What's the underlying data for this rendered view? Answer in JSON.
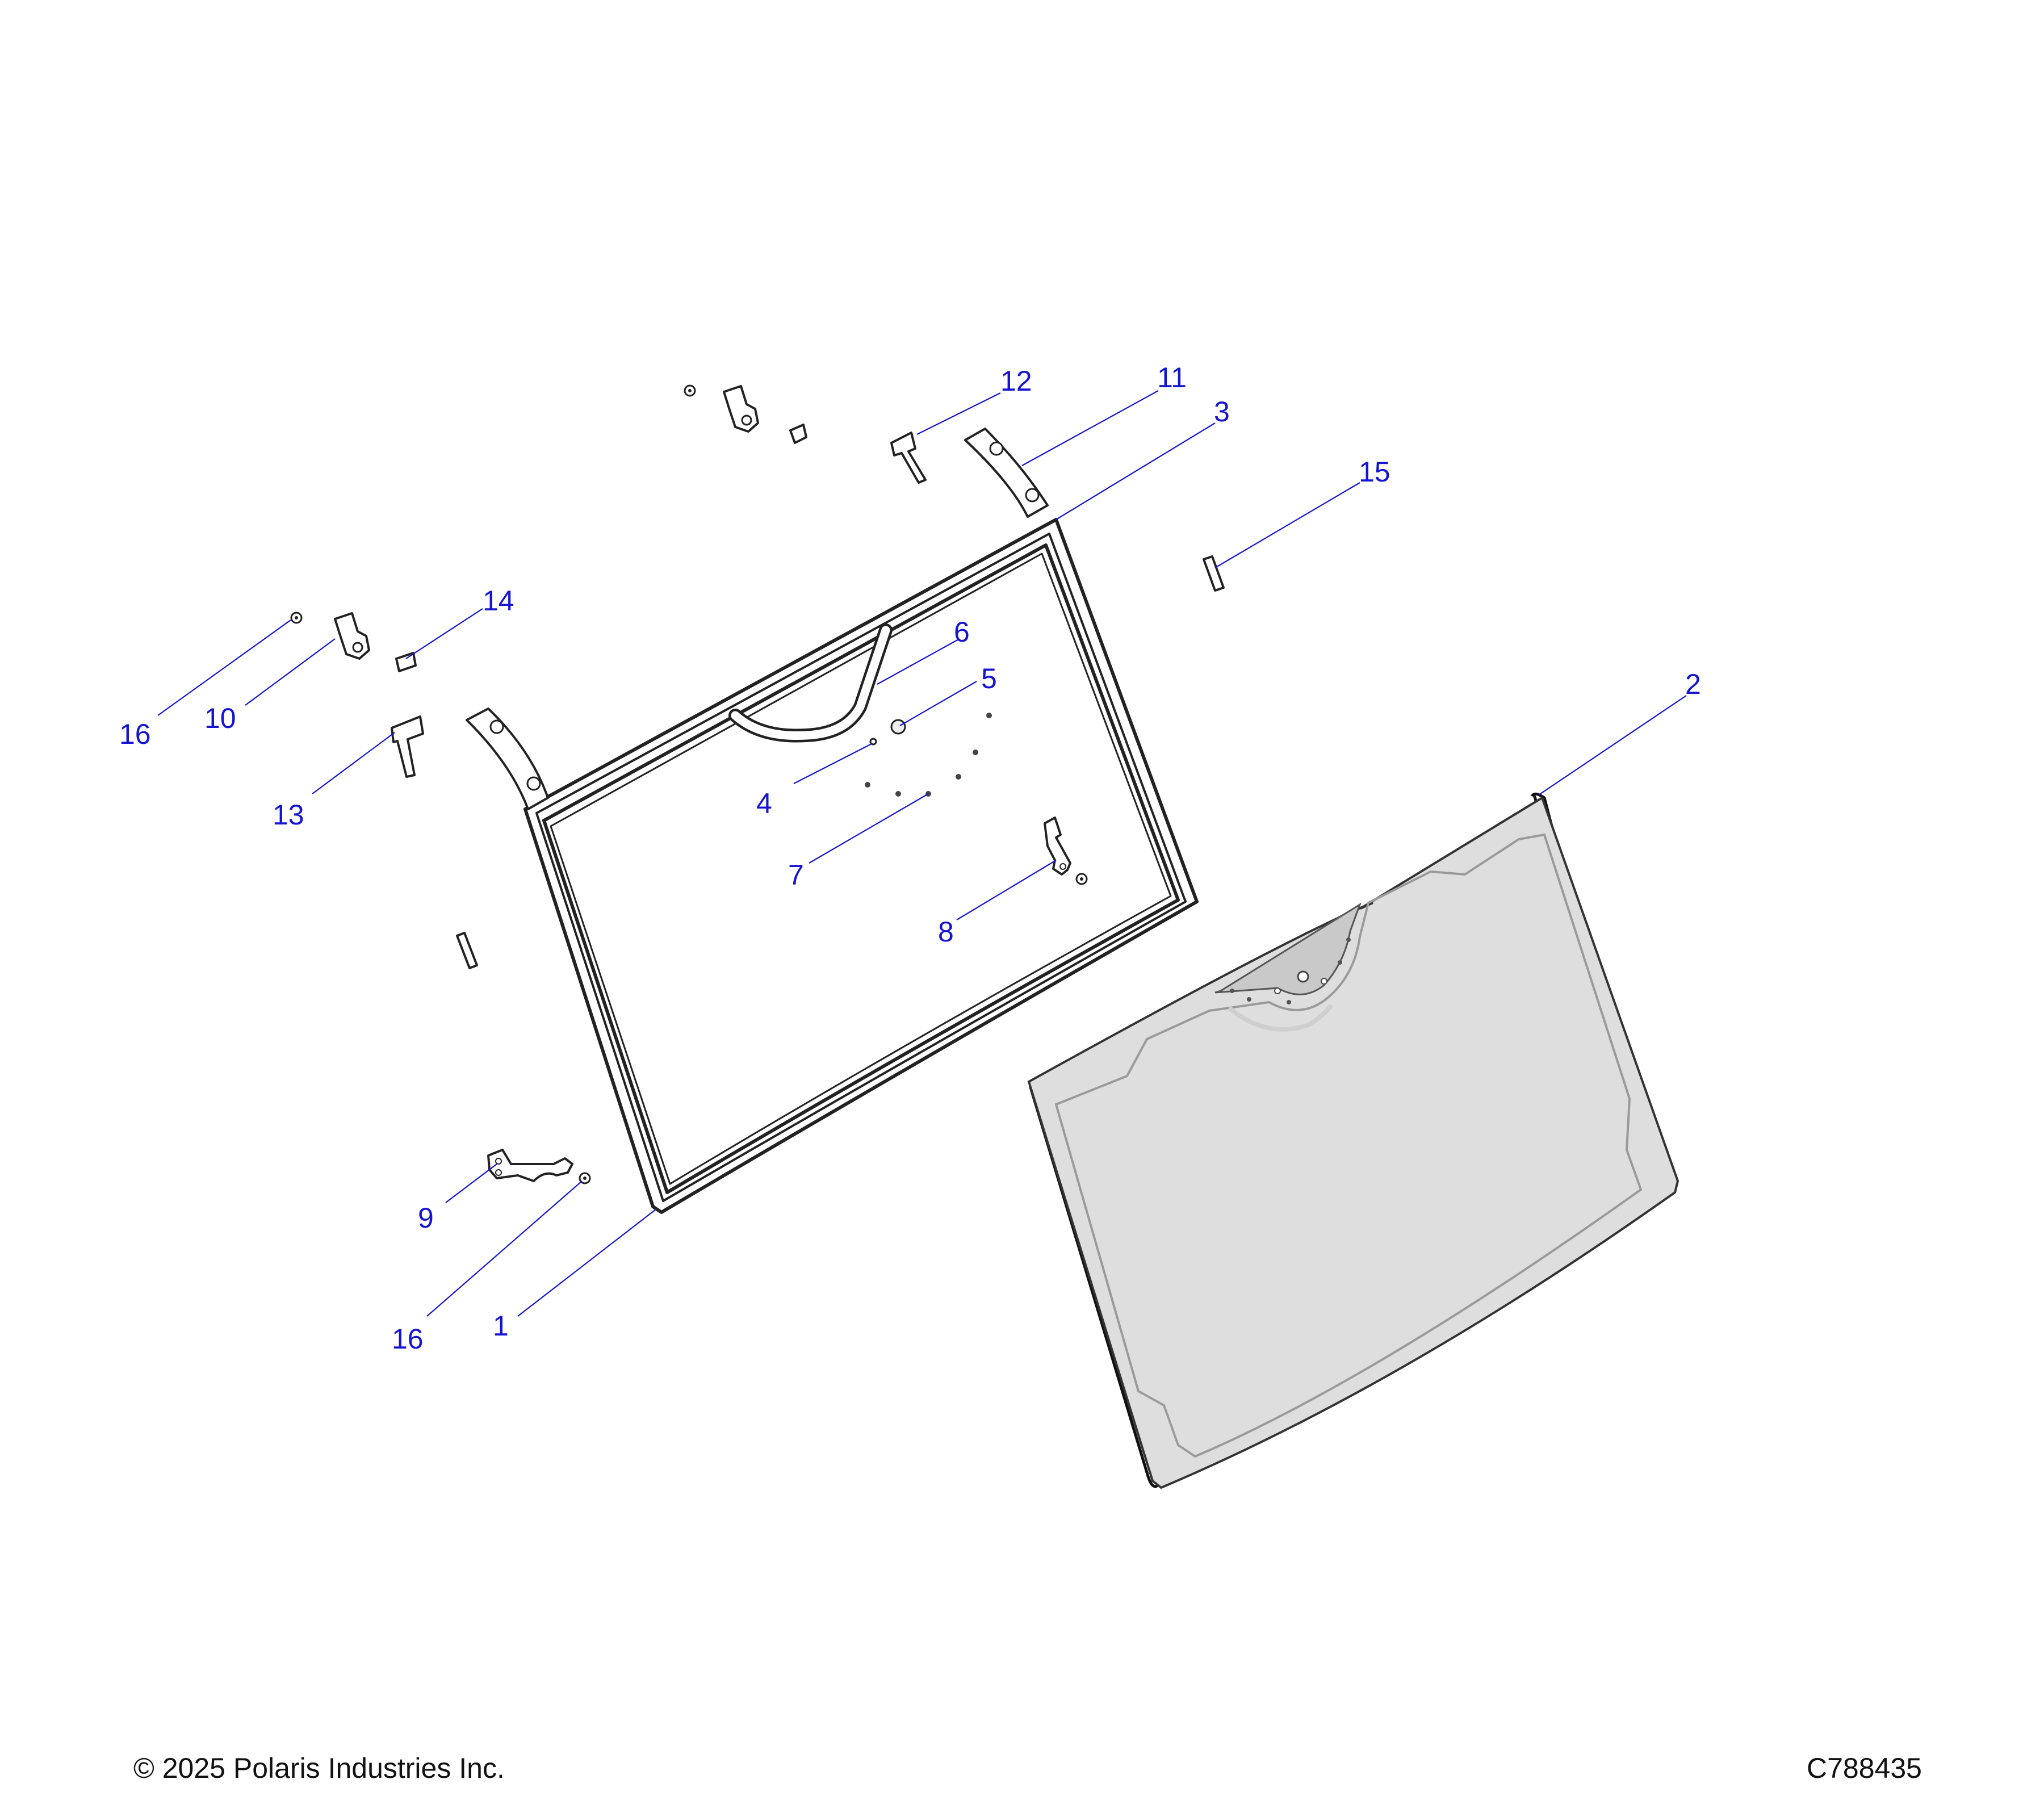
{
  "footer": {
    "copyright": "© 2025 Polaris Industries Inc.",
    "diagram_id": "C788435"
  },
  "callouts": [
    {
      "id": "callout-1",
      "label": "1"
    },
    {
      "id": "callout-2",
      "label": "2"
    },
    {
      "id": "callout-3",
      "label": "3"
    },
    {
      "id": "callout-4",
      "label": "4"
    },
    {
      "id": "callout-5",
      "label": "5"
    },
    {
      "id": "callout-6",
      "label": "6"
    },
    {
      "id": "callout-7",
      "label": "7"
    },
    {
      "id": "callout-8",
      "label": "8"
    },
    {
      "id": "callout-9",
      "label": "9"
    },
    {
      "id": "callout-10",
      "label": "10"
    },
    {
      "id": "callout-11",
      "label": "11"
    },
    {
      "id": "callout-12",
      "label": "12"
    },
    {
      "id": "callout-13",
      "label": "13"
    },
    {
      "id": "callout-14",
      "label": "14"
    },
    {
      "id": "callout-15",
      "label": "15"
    },
    {
      "id": "callout-16a",
      "label": "16"
    },
    {
      "id": "callout-16b",
      "label": "16"
    }
  ],
  "colors": {
    "callout": "#1414d2",
    "line": "#222222",
    "glass": "#dedede",
    "glass_border": "#c4c4c4"
  }
}
